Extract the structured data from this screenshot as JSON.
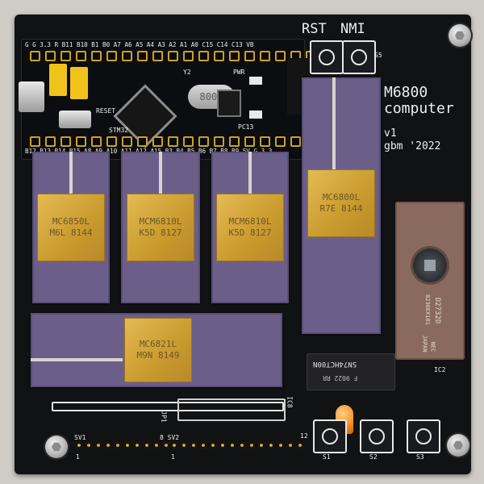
{
  "board": {
    "title_line1": "M6800",
    "title_line2": "computer",
    "version": "v1",
    "credit": "gbm '2022"
  },
  "labels": {
    "rst": "RST",
    "nmi": "NMI",
    "s5": "S5",
    "ic2": "IC2",
    "s1": "S1",
    "s2": "S2",
    "s3": "S3",
    "sv1": "SV1",
    "sv2": "8 SV2",
    "pin1_left": "1",
    "pin1_right": "1",
    "pin12": "12",
    "jp1": "JP1",
    "ic8": "IC8"
  },
  "bluepill": {
    "top_pins": "G  G  3.3  R  B11 B10 B1  B0  A7  A6  A5  A4  A3  A2  A1  A0 C15 C14 C13 VB",
    "bottom_pins": "B12 B13 B14 B15 A8  A9 A10 A11 A12 A15 B3  B4  B5  B6  B7  B8  B9  5V  G  3.3",
    "reset": "RESET",
    "mcu_label": "STM32",
    "pwr": "PWR",
    "pc13": "PC13",
    "y2": "Y2",
    "crystal": "8000"
  },
  "chips": {
    "chip1": {
      "line1": "MC6850L",
      "line2": "M6L 8144"
    },
    "chip2": {
      "line1": "MCM6810L",
      "line2": "K5D 8127"
    },
    "chip3": {
      "line1": "MCM6810L",
      "line2": "K5D 8127"
    },
    "cpu": {
      "line1": "MC6800L",
      "line2": "R7E 8144"
    },
    "pia": {
      "line1": "MC6821L",
      "line2": "M9N 8149"
    }
  },
  "eprom": {
    "part": "D2732D",
    "code": "8236EX101",
    "maker": "NEC",
    "country": "JAPAN"
  },
  "ttl": {
    "part": "SN74HCT00N",
    "code": "F 9022 RR"
  }
}
